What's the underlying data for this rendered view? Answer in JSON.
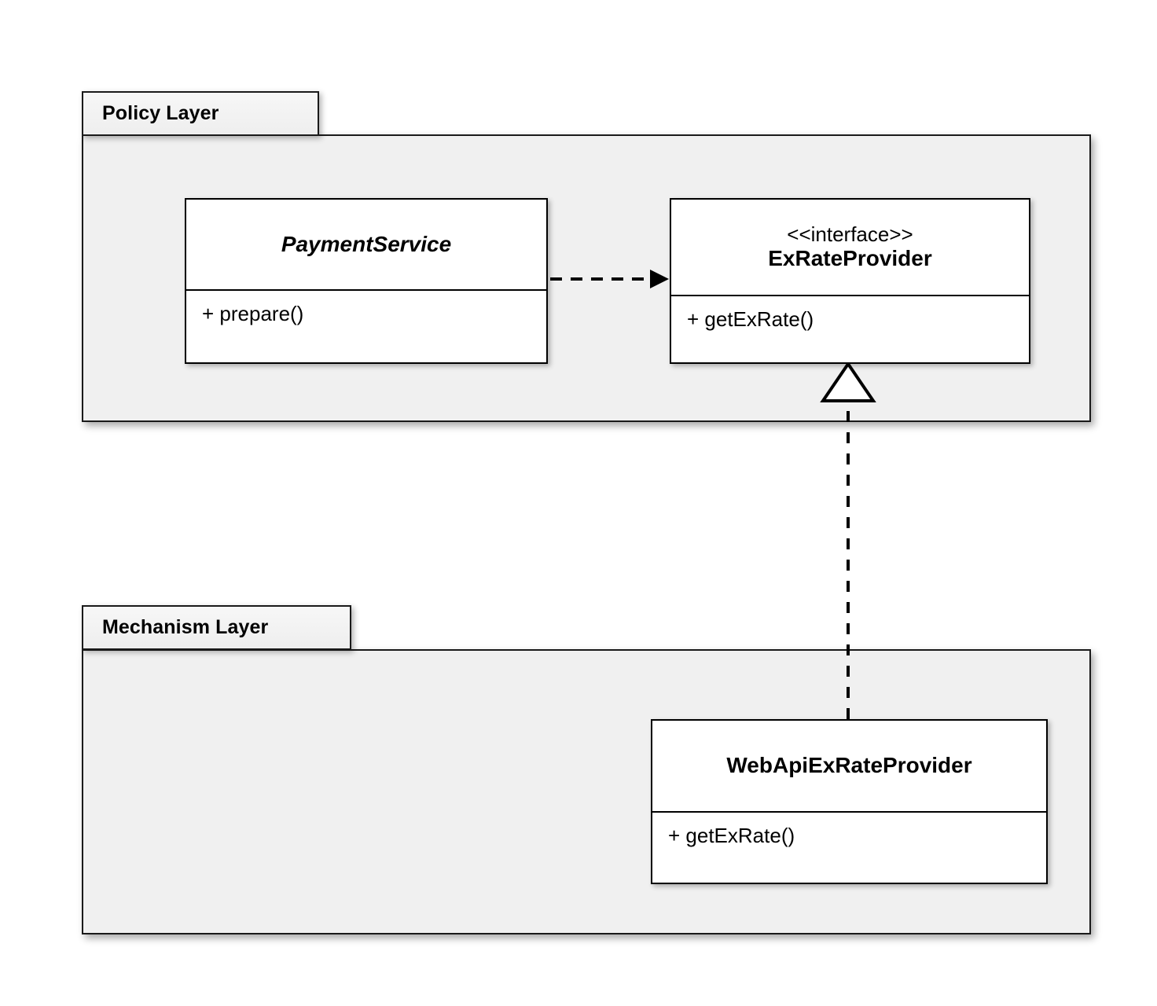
{
  "diagram": {
    "title": "Layered architecture UML class diagram",
    "background_color": "#ffffff",
    "package_fill": "#f0f0f0",
    "class_fill": "#ffffff",
    "line_color": "#000000"
  },
  "packages": [
    {
      "name": "policy-layer",
      "label": "Policy Layer"
    },
    {
      "name": "mechanism-layer",
      "label": "Mechanism Layer"
    }
  ],
  "classes": [
    {
      "name": "payment-service",
      "stereotype": "",
      "title": "PaymentService",
      "abstract": true,
      "members": [
        "+ prepare()"
      ]
    },
    {
      "name": "ex-rate-provider",
      "stereotype": "<<interface>>",
      "title": "ExRateProvider",
      "abstract": false,
      "members": [
        "+ getExRate()"
      ]
    },
    {
      "name": "web-api-ex-rate-provider",
      "stereotype": "",
      "title": "WebApiExRateProvider",
      "abstract": false,
      "members": [
        "+ getExRate()"
      ]
    }
  ],
  "relationships": [
    {
      "name": "dependency",
      "type": "dependency",
      "from": "PaymentService",
      "to": "ExRateProvider",
      "line": "dashed",
      "arrowhead": "open-filled"
    },
    {
      "name": "realization",
      "type": "realization",
      "from": "WebApiExRateProvider",
      "to": "ExRateProvider",
      "line": "dashed",
      "arrowhead": "hollow-triangle"
    }
  ]
}
